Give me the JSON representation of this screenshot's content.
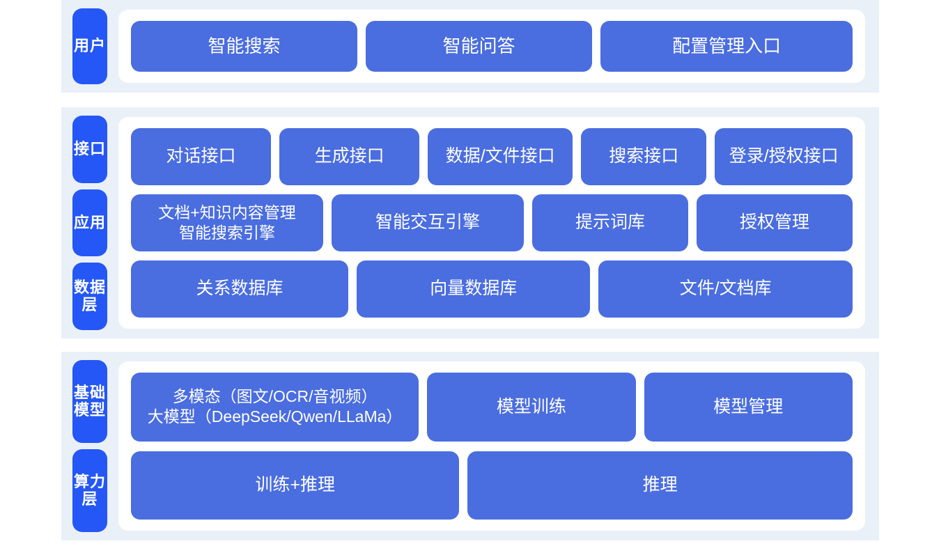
{
  "theme": {
    "page_background": "#ffffff",
    "band_background": "#eaf0f8",
    "panel_background": "#ffffff",
    "rail_tab_color": "#2457f5",
    "card_color": "#4a6ddf",
    "card_text_color": "#ffffff"
  },
  "sections": [
    {
      "id": "user",
      "rail": [
        {
          "label": "用户"
        }
      ],
      "rows": [
        {
          "id": "user",
          "cards": [
            {
              "label": "智能搜索"
            },
            {
              "label": "智能问答"
            },
            {
              "label": "配置管理入口"
            }
          ]
        }
      ]
    },
    {
      "id": "platform",
      "rail": [
        {
          "label": "接口"
        },
        {
          "label": "应用"
        },
        {
          "label": "数据层"
        }
      ],
      "rows": [
        {
          "id": "interface",
          "cards": [
            {
              "label": "对话接口"
            },
            {
              "label": "生成接口"
            },
            {
              "label": "数据/文件接口"
            },
            {
              "label": "搜索接口"
            },
            {
              "label": "登录/授权接口"
            }
          ]
        },
        {
          "id": "application",
          "cards": [
            {
              "label": "文档+知识内容管理\n智能搜索引擎"
            },
            {
              "label": "智能交互引擎"
            },
            {
              "label": "提示词库"
            },
            {
              "label": "授权管理"
            }
          ]
        },
        {
          "id": "data",
          "cards": [
            {
              "label": "关系数据库"
            },
            {
              "label": "向量数据库"
            },
            {
              "label": "文件/文档库"
            }
          ]
        }
      ]
    },
    {
      "id": "infra",
      "rail": [
        {
          "label": "基础模型"
        },
        {
          "label": "算力层"
        }
      ],
      "rows": [
        {
          "id": "model",
          "cards": [
            {
              "label": "多模态（图文/OCR/音视频）\n大模型（DeepSeek/Qwen/LLaMa）"
            },
            {
              "label": "模型训练"
            },
            {
              "label": "模型管理"
            }
          ]
        },
        {
          "id": "compute",
          "cards": [
            {
              "label": "训练+推理"
            },
            {
              "label": "推理"
            }
          ]
        }
      ]
    }
  ]
}
